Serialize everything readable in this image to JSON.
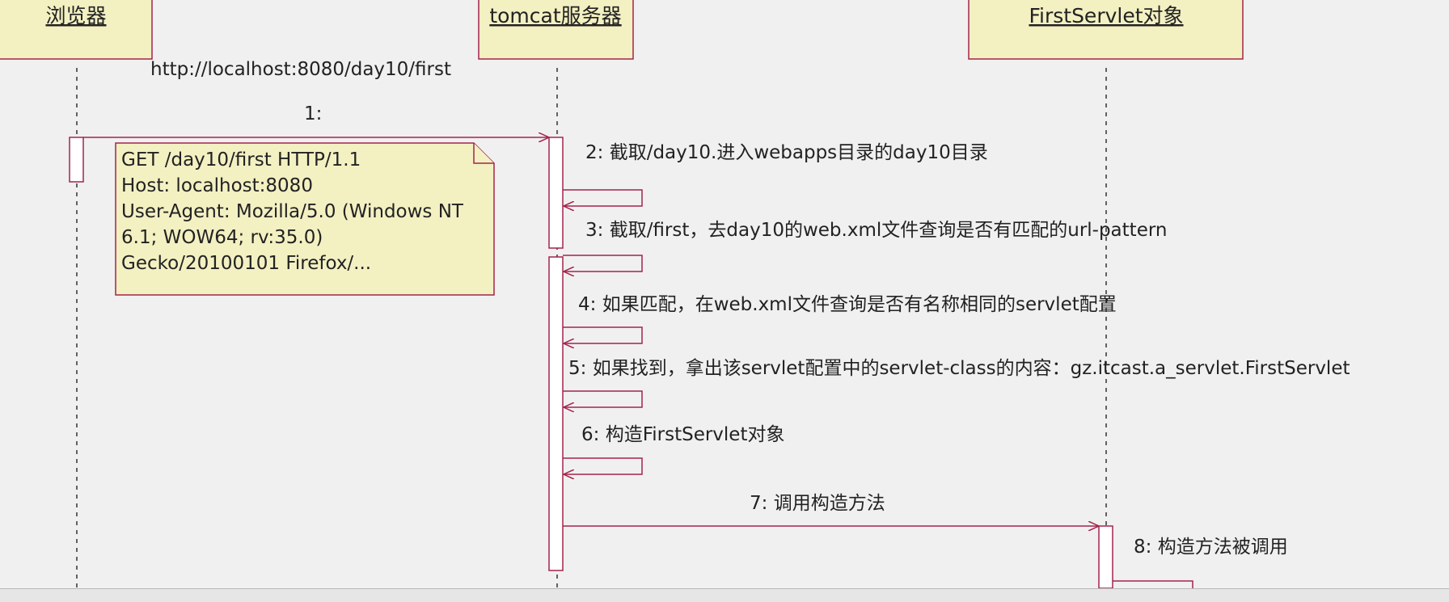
{
  "lifelines": {
    "browser": "浏览器",
    "tomcat": "tomcat服务器",
    "servlet": "FirstServlet对象"
  },
  "url_label": "http://localhost:8080/day10/first",
  "request_note": [
    "GET /day10/first HTTP/1.1",
    "Host: localhost:8080",
    "User-Agent: Mozilla/5.0 (Windows NT",
    "6.1; WOW64; rv:35.0)",
    "Gecko/20100101 Firefox/..."
  ],
  "messages": {
    "m1": "1:",
    "m2": "2: 截取/day10.进入webapps目录的day10目录",
    "m3": "3: 截取/first，去day10的web.xml文件查询是否有匹配的url-pattern",
    "m4": "4: 如果匹配，在web.xml文件查询是否有名称相同的servlet配置",
    "m5": "5: 如果找到，拿出该servlet配置中的servlet-class的内容：gz.itcast.a_servlet.FirstServlet",
    "m6": "6: 构造FirstServlet对象",
    "m7": "7: 调用构造方法",
    "m8": "8: 构造方法被调用"
  },
  "colors": {
    "box_fill": "#f3f0c2",
    "border": "#a3244a",
    "background": "#f1f0f0"
  }
}
